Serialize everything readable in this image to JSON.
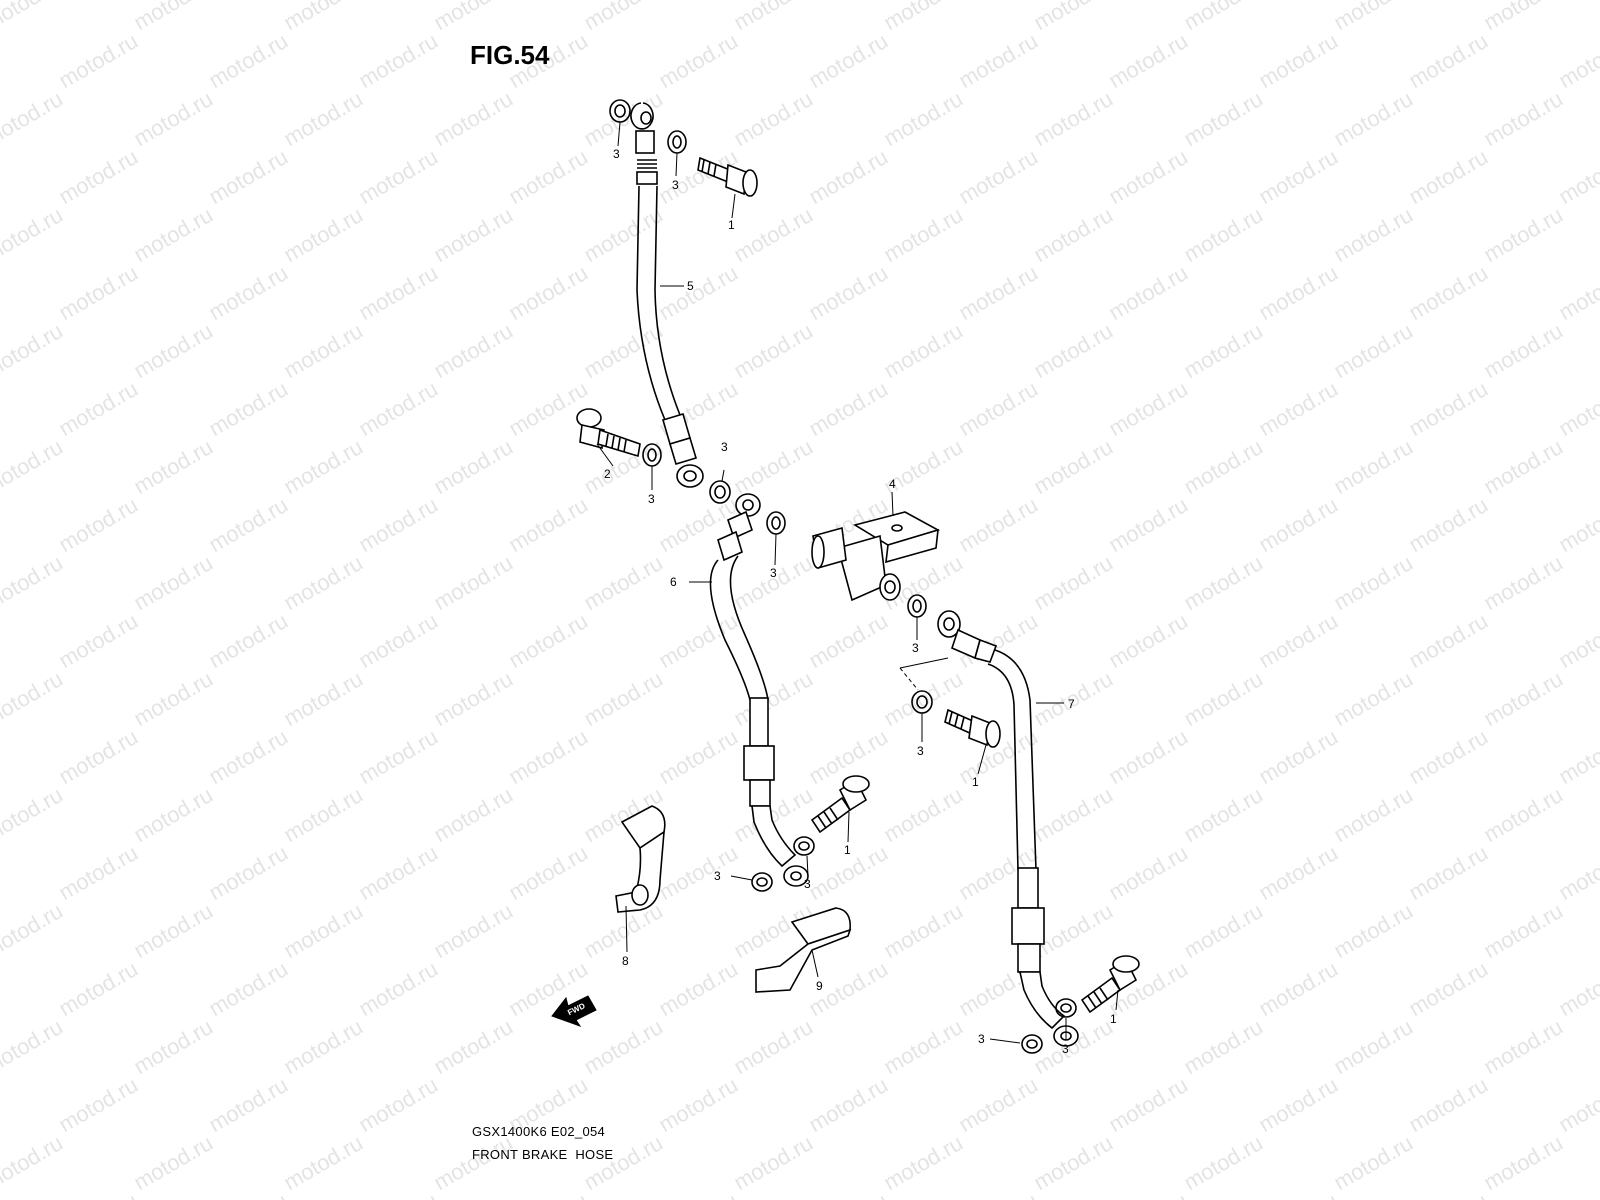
{
  "figure": {
    "title": "FIG.54",
    "model_code": "GSX1400K6 E02_054",
    "name": "FRONT BRAKE  HOSE"
  },
  "watermark": "motod.ru",
  "fwd_label": "FWD",
  "callouts": {
    "n1": "1",
    "n2": "2",
    "n3": "3",
    "n4": "4",
    "n5": "5",
    "n6": "6",
    "n7": "7",
    "n8": "8",
    "n9": "9"
  }
}
